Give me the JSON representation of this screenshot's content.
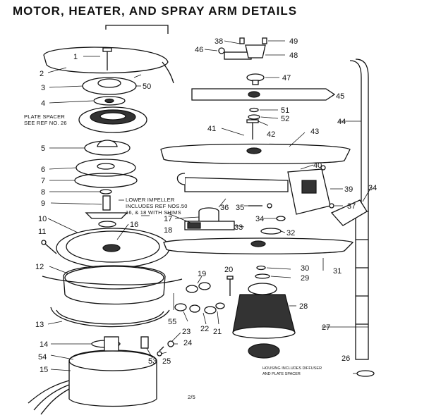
{
  "title": "MOTOR, HEATER, AND SPRAY ARM DETAILS",
  "page_number": "2/5",
  "notes": {
    "plate_spacer_1": "PLATE SPACER",
    "plate_spacer_2": "SEE REF NO. 26",
    "impeller_1": "LOWER IMPELLER",
    "impeller_2": "INCLUDES REF NOS.50",
    "impeller_3": "16, & 18  WITH SHIMS",
    "housing_1": "HOUSING INCLUDES DIFFUSER",
    "housing_2": "AND PLATE SPACER"
  },
  "callouts": {
    "c1": "1",
    "c2": "2",
    "c3": "3",
    "c4": "4",
    "c5": "5",
    "c6": "6",
    "c7": "7",
    "c8": "8",
    "c9": "9",
    "c10": "10",
    "c11": "11",
    "c12": "12",
    "c13": "13",
    "c14": "14",
    "c15": "15",
    "c16": "16",
    "c17": "17",
    "c18": "18",
    "c19": "19",
    "c20": "20",
    "c21": "21",
    "c22": "22",
    "c23": "23",
    "c24": "24",
    "c25": "25",
    "c26": "26",
    "c27": "27",
    "c28": "28",
    "c29": "29",
    "c30": "30",
    "c31": "31",
    "c32": "32",
    "c33": "33",
    "c34": "34",
    "c34b": "34",
    "c35": "35",
    "c36": "36",
    "c37": "37",
    "c38": "38",
    "c39": "39",
    "c40": "40",
    "c41": "41",
    "c42": "42",
    "c43": "43",
    "c44": "44",
    "c45": "45",
    "c46": "46",
    "c47": "47",
    "c48": "48",
    "c49": "49",
    "c50": "50",
    "c51": "51",
    "c52": "52",
    "c53": "53",
    "c54": "54",
    "c55": "55"
  }
}
